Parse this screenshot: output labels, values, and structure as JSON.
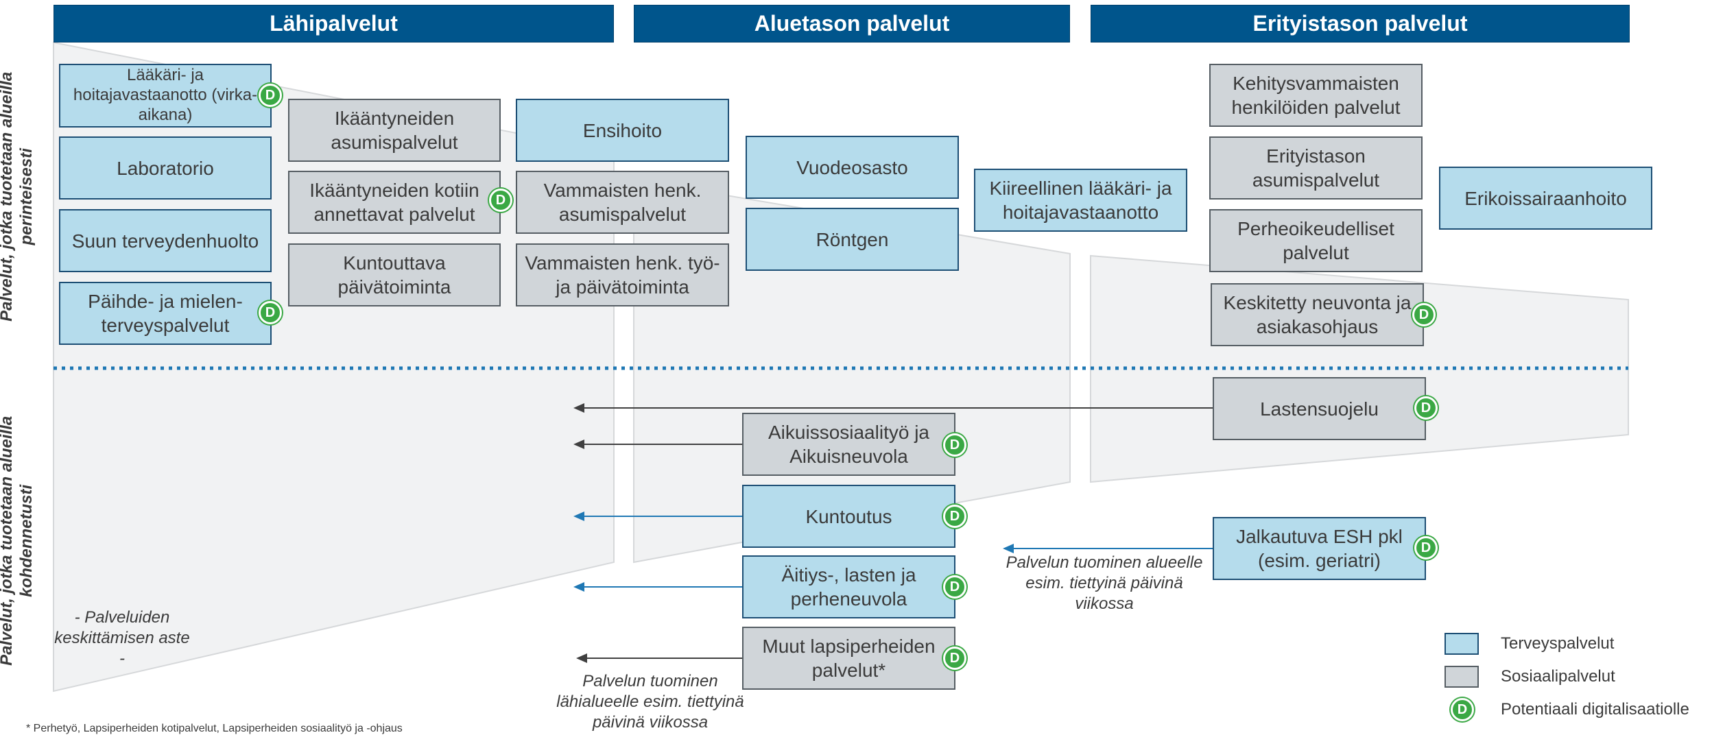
{
  "headers": {
    "lahipalvelut": "Lähipalvelut",
    "aluetaso": "Aluetason palvelut",
    "erityistaso": "Erityistason palvelut"
  },
  "side_labels": {
    "top": "Palvelut, jotka tuotetaan alueilla perinteisesti",
    "bottom": "Palvelut, jotka tuotetaan alueilla kohdennetusti"
  },
  "boxes": {
    "laakari": "Lääkäri- ja hoitajavastaanotto (virka-aikana)",
    "laboratorio": "Laboratorio",
    "suun": "Suun terveydenhuolto",
    "paihde": "Päihde- ja mielen-terveyspalvelut",
    "ikaantyneiden_asumis": "Ikääntyneiden asumispalvelut",
    "ikaantyneiden_kotiin": "Ikääntyneiden kotiin annettavat palvelut",
    "kuntouttava": "Kuntouttava päivätoiminta",
    "ensihoito": "Ensihoito",
    "vammaisten_asumis": "Vammaisten henk. asumispalvelut",
    "vammaisten_tyo": "Vammaisten henk. työ- ja päivätoiminta",
    "vuodeosasto": "Vuodeosasto",
    "rontgen": "Röntgen",
    "kiireellinen": "Kiireellinen lääkäri- ja hoitajavastaanotto",
    "kehitysvammaisten": "Kehitysvammaisten henkilöiden palvelut",
    "erityistason_asumis": "Erityistason asumispalvelut",
    "perheoikeudelliset": "Perheoikeudelliset palvelut",
    "keskitetty": "Keskitetty neuvonta ja asiakasohjaus",
    "erikoissairaanhoito": "Erikoissairaanhoito",
    "lastensuojelu": "Lastensuojelu",
    "aikuissosiaalityo": "Aikuissosiaalityö ja Aikuisneuvola",
    "kuntoutus": "Kuntoutus",
    "aitiys": "Äitiys-, lasten ja perheneuvola",
    "muut": "Muut lapsiperheiden palvelut*",
    "jalkautuva": "Jalkautuva ESH pkl (esim. geriatri)"
  },
  "digital_badge": "D",
  "notes": {
    "keskittaminen": "- Palveluiden keskittämisen aste -",
    "tuominen_alue": "Palvelun tuominen alueelle esim. tiettyinä päivinä viikossa",
    "tuominen_lahi": "Palvelun tuominen lähialueelle esim. tiettyinä päivinä viikossa"
  },
  "legend": {
    "terveys": "Terveyspalvelut",
    "sosiaali": "Sosiaalipalvelut",
    "digi": "Potentiaali digitalisaatiolle"
  },
  "footnote": "* Perhetyö, Lapsiperheiden kotipalvelut, Lapsiperheiden sosiaalityö ja -ohjaus",
  "colors": {
    "header": "#00558c",
    "health": "#b5dcec",
    "social": "#d0d5d9",
    "digital": "#3aa844",
    "arrow_blue": "#1f78b4",
    "arrow_dark": "#404040",
    "divider": "#1f78b4"
  }
}
